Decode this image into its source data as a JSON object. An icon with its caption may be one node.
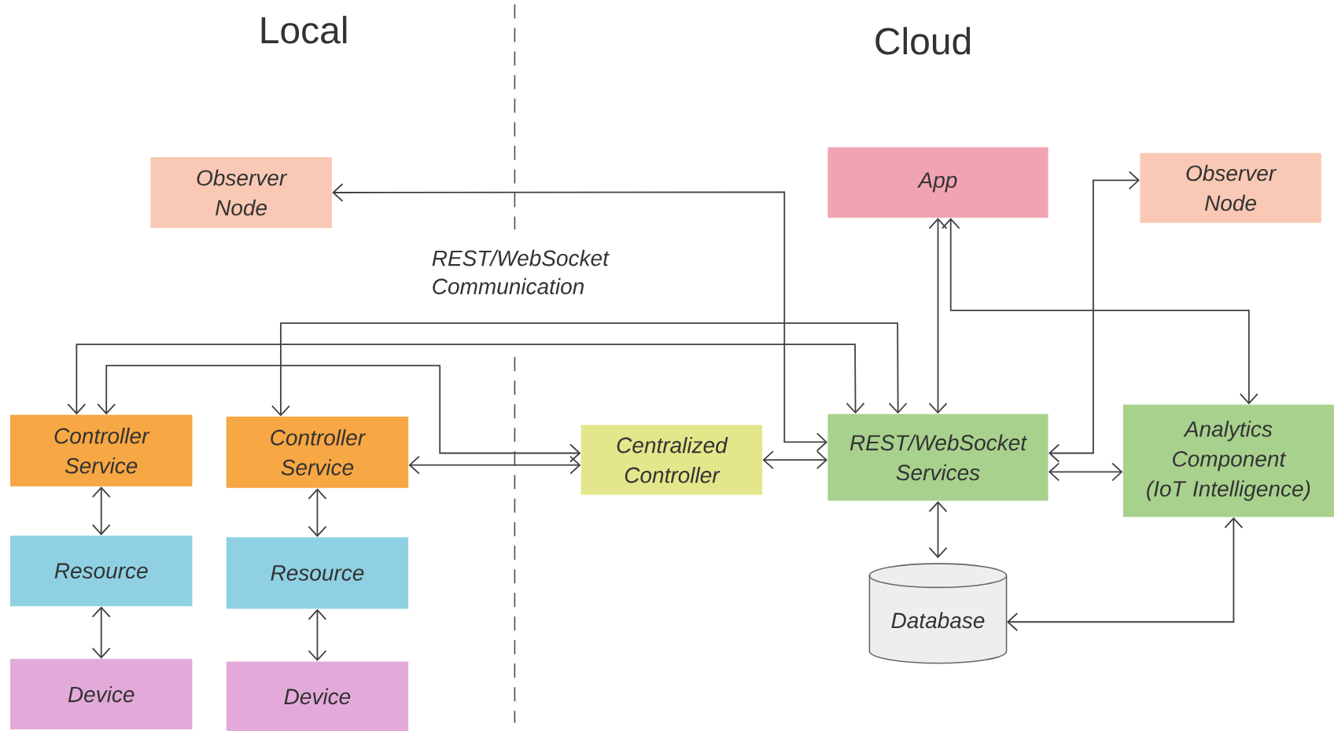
{
  "diagram": {
    "nodes": [
      {
        "text": [
          "Observer Node"
        ]
      },
      {
        "text": [
          "App"
        ]
      },
      {
        "text": [
          "Observer Node"
        ]
      },
      {
        "text": [
          "Controller Service"
        ]
      },
      {
        "text": [
          "Controller Service"
        ]
      },
      {
        "text": [
          "Centralized Controller"
        ]
      },
      {
        "text": [
          "REST/WebSocket Services"
        ]
      },
      {
        "text": [
          "Analytics Component (IoT Intelligence)"
        ]
      },
      {
        "text": [
          "Resource"
        ]
      },
      {
        "text": [
          "Resource"
        ]
      },
      {
        "text": [
          "Database"
        ]
      },
      {
        "text": [
          "Device"
        ]
      },
      {
        "text": [
          "Device"
        ]
      }
    ],
    "edges": [
      {
        "from": 6,
        "to": 0,
        "arrow": "both"
      },
      {
        "from": 3,
        "to": 6,
        "arrow": "both"
      },
      {
        "from": 4,
        "to": 6,
        "arrow": "both"
      },
      {
        "from": 3,
        "to": 5,
        "arrow": "both"
      },
      {
        "from": 4,
        "to": 5,
        "arrow": "both"
      },
      {
        "from": 5,
        "to": 6,
        "arrow": "both"
      },
      {
        "from": 6,
        "to": 1,
        "arrow": "both"
      },
      {
        "from": 1,
        "to": 7,
        "arrow": "both"
      },
      {
        "from": 6,
        "to": 2,
        "arrow": "both"
      },
      {
        "from": 6,
        "to": 7,
        "arrow": "both"
      },
      {
        "from": 6,
        "to": 10,
        "arrow": "both"
      },
      {
        "from": 10,
        "to": 7,
        "arrow": "both"
      },
      {
        "from": 3,
        "to": 8,
        "arrow": "both"
      },
      {
        "from": 8,
        "to": 11,
        "arrow": "both"
      },
      {
        "from": 4,
        "to": 9,
        "arrow": "both"
      },
      {
        "from": 9,
        "to": 12,
        "arrow": "both"
      }
    ],
    "labels": [
      "Local",
      "Cloud",
      "REST/WebSocket Communication"
    ]
  }
}
